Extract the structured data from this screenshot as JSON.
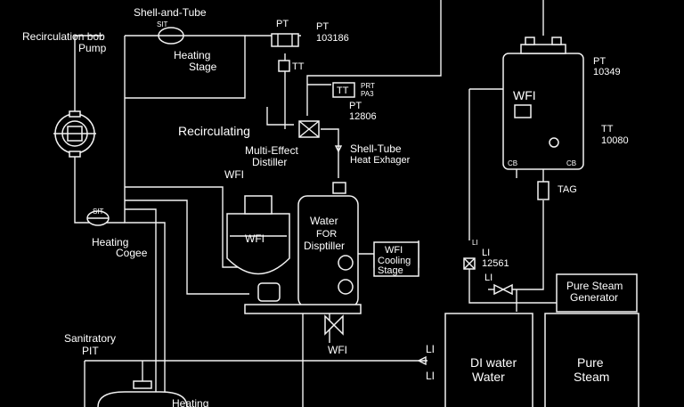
{
  "labels": {
    "shell_tube_top": "Shell-and-Tube",
    "recirc_pump_1": "Recirculation bob",
    "recirc_pump_2": "Pump",
    "heating_stage_1": "Heating",
    "heating_stage_2": "Stage",
    "pt_top": "PT",
    "pt_top_tag": "PT",
    "pt_top_num": "103186",
    "tt_mid": "TT",
    "tt_box": "TT",
    "pt_mid_a": "PRT",
    "pt_mid_b": "PA3",
    "pt_mid2": "PT",
    "pt_mid2_num": "12806",
    "recirculating": "Recirculating",
    "multi_effect_1": "Multi-Effect",
    "multi_effect_2": "Distiller",
    "shell_tube_r1": "Shell-Tube",
    "shell_tube_r2": "Heat Exhager",
    "wfi_top": "WFI",
    "wfi_tank": "WFI",
    "water_for_1": "Water",
    "water_for_2": "FOR",
    "water_for_3": "Disptiller",
    "wfi_cooling_1": "WFI",
    "wfi_cooling_2": "Cooling",
    "wfi_cooling_3": "Stage",
    "heating_left_1": "Heating",
    "heating_left_2": "Cogee",
    "wfi_bottom": "WFI",
    "sanitary_1": "Sanitratory",
    "sanitary_2": "PIT",
    "heating_bottom": "Heating",
    "li_right_1": "LI",
    "li_right_2": "LI",
    "wfi_tank_right": "WFI",
    "pt_right": "PT",
    "pt_right_num": "10349",
    "tt_right": "TT",
    "tt_right_num": "10080",
    "tag": "TAG",
    "li_a": "LI",
    "li_a_num": "12561",
    "li_b": "LI",
    "li_small": "LI",
    "pure_steam_gen_1": "Pure Steam",
    "pure_steam_gen_2": "Generator",
    "di_water_1": "DI water",
    "di_water_2": "Water",
    "pure_steam_1": "Pure",
    "pure_steam_2": "Steam",
    "hx_small": "SIT",
    "hx_small2": "SIT",
    "cb_left": "CB",
    "cb_right": "CB"
  }
}
